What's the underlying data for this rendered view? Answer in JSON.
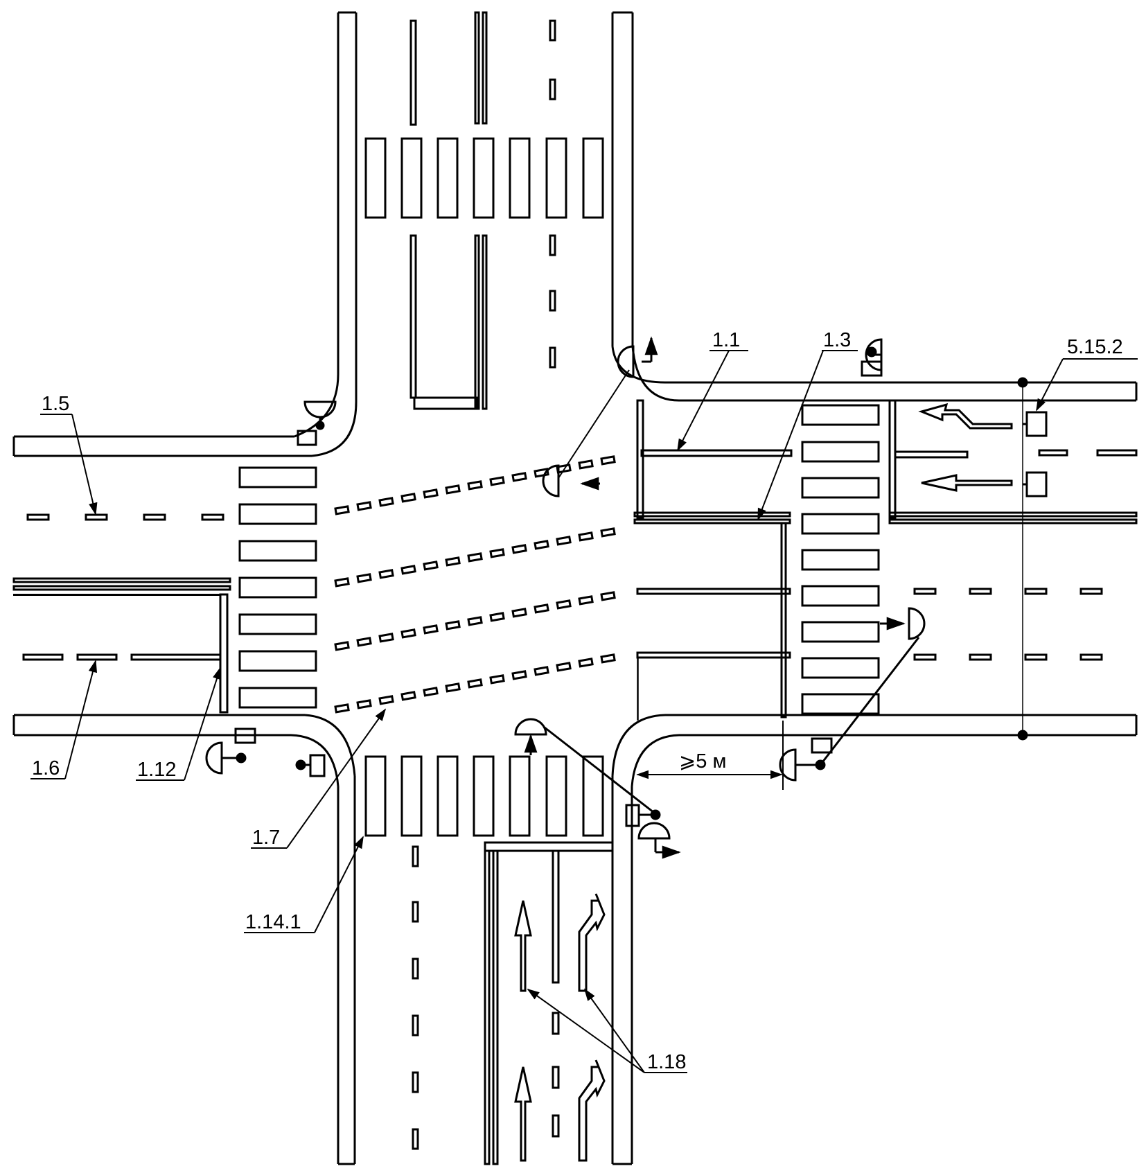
{
  "diagram": {
    "labels": {
      "m_1_1": "1.1",
      "m_1_3": "1.3",
      "m_1_5": "1.5",
      "m_1_6": "1.6",
      "m_1_7": "1.7",
      "m_1_12": "1.12",
      "m_1_14_1": "1.14.1",
      "m_1_18": "1.18",
      "sign_5_15_2": "5.15.2"
    },
    "dimension": "⩾5 м",
    "colors": {
      "ink": "#000000",
      "paper": "#ffffff"
    }
  }
}
